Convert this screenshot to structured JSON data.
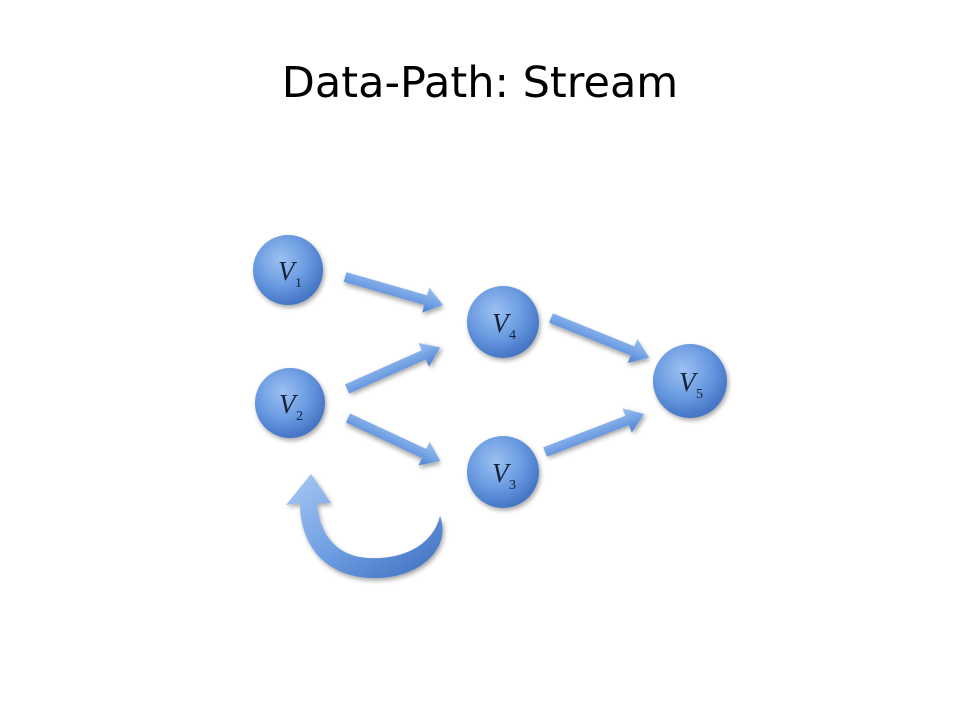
{
  "slide": {
    "title": "Data-Path: Stream"
  },
  "diagram": {
    "nodes": [
      {
        "id": "v1",
        "letter": "V",
        "sub": "1"
      },
      {
        "id": "v2",
        "letter": "V",
        "sub": "2"
      },
      {
        "id": "v3",
        "letter": "V",
        "sub": "3"
      },
      {
        "id": "v4",
        "letter": "V",
        "sub": "4"
      },
      {
        "id": "v5",
        "letter": "V",
        "sub": "5"
      }
    ],
    "edges": [
      {
        "from": "v1",
        "to": "v4"
      },
      {
        "from": "v2",
        "to": "v4"
      },
      {
        "from": "v2",
        "to": "v3"
      },
      {
        "from": "v4",
        "to": "v5"
      },
      {
        "from": "v3",
        "to": "v5"
      },
      {
        "from": "v3",
        "to": "v2"
      }
    ],
    "colors": {
      "node_fill": "#5b8fd9",
      "arrow_fill": "#6b9be0"
    }
  }
}
